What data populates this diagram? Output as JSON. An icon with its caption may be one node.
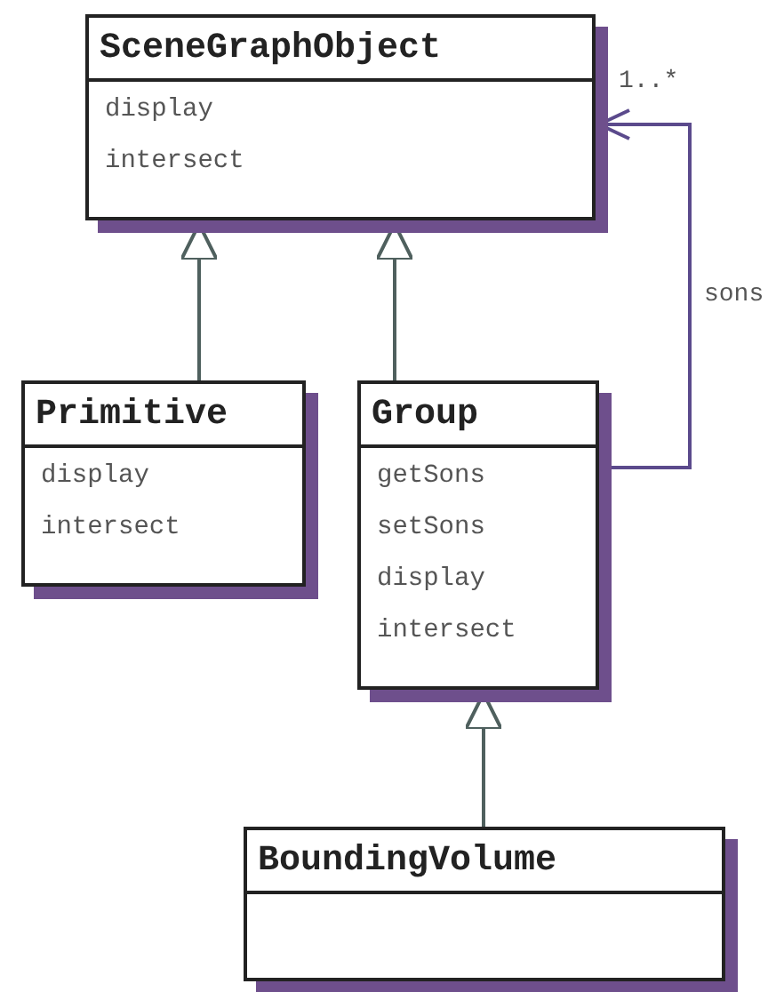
{
  "diagram": {
    "nodes": [
      {
        "text": [
          "SceneGraphObject",
          "display",
          "intersect"
        ]
      },
      {
        "text": [
          "Primitive",
          "display",
          "intersect"
        ]
      },
      {
        "text": [
          "Group",
          "getSons",
          "setSons",
          "display",
          "intersect"
        ]
      },
      {
        "text": [
          "BoundingVolume"
        ]
      }
    ],
    "edges": [
      {
        "from": 1,
        "to": 0,
        "arrow": "to"
      },
      {
        "from": 2,
        "to": 0,
        "arrow": "to"
      },
      {
        "from": 3,
        "to": 2,
        "arrow": "to"
      },
      {
        "from": 2,
        "to": 0,
        "arrow": "to",
        "label": "sons",
        "color": "#5b4a8c"
      }
    ],
    "labels": [
      "1..*"
    ]
  }
}
